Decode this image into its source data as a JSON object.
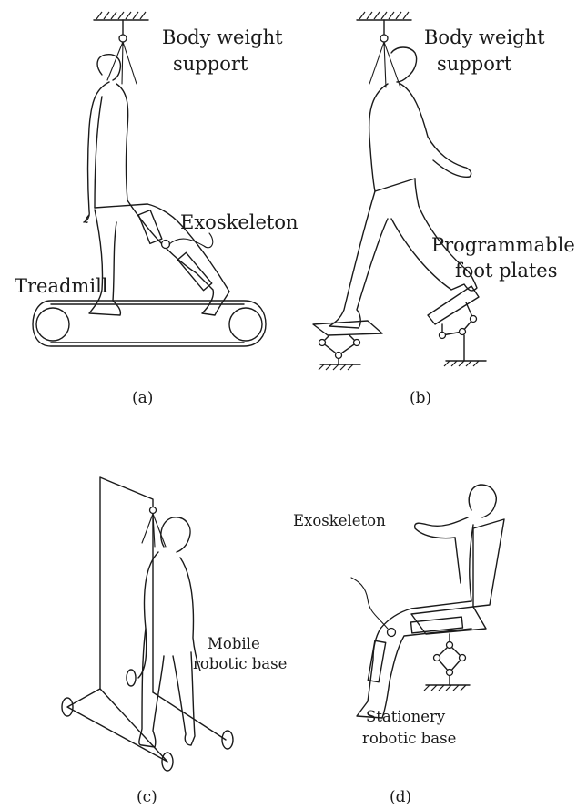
{
  "panels": {
    "a": {
      "caption": "(a)",
      "labels": {
        "body_weight_line1": "Body weight",
        "body_weight_line2": "support",
        "exoskeleton": "Exoskeleton",
        "treadmill": "Treadmill"
      }
    },
    "b": {
      "caption": "(b)",
      "labels": {
        "body_weight_line1": "Body weight",
        "body_weight_line2": "support",
        "footplates_line1": "Programmable",
        "footplates_line2": "foot plates"
      }
    },
    "c": {
      "caption": "(c)",
      "labels": {
        "mobile_line1": "Mobile",
        "mobile_line2": "robotic base"
      }
    },
    "d": {
      "caption": "(d)",
      "labels": {
        "exoskeleton": "Exoskeleton",
        "stationary_line1": "Stationery",
        "stationary_line2": "robotic base"
      }
    }
  }
}
